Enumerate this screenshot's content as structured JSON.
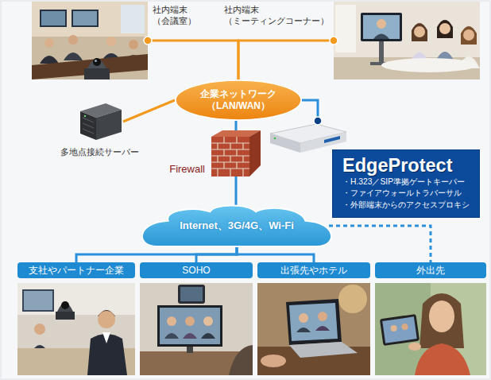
{
  "diagram": {
    "nodes": [
      {
        "text": [
          "社内端末 （会議室）"
        ]
      },
      {
        "text": [
          "社内端末 （ミーティングコーナー）"
        ]
      },
      {
        "text": [
          "企業ネットワーク （LAN/WAN）"
        ]
      },
      {
        "text": [
          "多地点接続サーバー"
        ]
      },
      {
        "text": [
          "Firewall"
        ]
      },
      {
        "text": [
          "EdgeProtect",
          "・H.323／SIP準拠ゲートキーパー",
          "・ファイアウォールトラバーサル",
          "・外部端末からのアクセスプロキシ"
        ]
      },
      {
        "text": [
          "Internet、3G/4G、Wi-Fi"
        ]
      },
      {
        "text": [
          "支社やパートナー企業"
        ]
      },
      {
        "text": [
          "SOHO"
        ]
      },
      {
        "text": [
          "出張先やホテル"
        ]
      },
      {
        "text": [
          "外出先"
        ]
      }
    ],
    "edges": [
      {
        "from": 0,
        "to": 2,
        "arrow": "none"
      },
      {
        "from": 1,
        "to": 2,
        "arrow": "none"
      },
      {
        "from": 3,
        "to": 2,
        "arrow": "none"
      },
      {
        "from": 2,
        "to": 5,
        "arrow": "none"
      },
      {
        "from": 2,
        "to": 4,
        "arrow": "none"
      },
      {
        "from": 4,
        "to": 6,
        "arrow": "none"
      },
      {
        "from": 6,
        "to": 7,
        "arrow": "none"
      },
      {
        "from": 6,
        "to": 8,
        "arrow": "none"
      },
      {
        "from": 6,
        "to": 9,
        "arrow": "none"
      },
      {
        "from": 6,
        "to": 10,
        "arrow": "none"
      }
    ]
  }
}
